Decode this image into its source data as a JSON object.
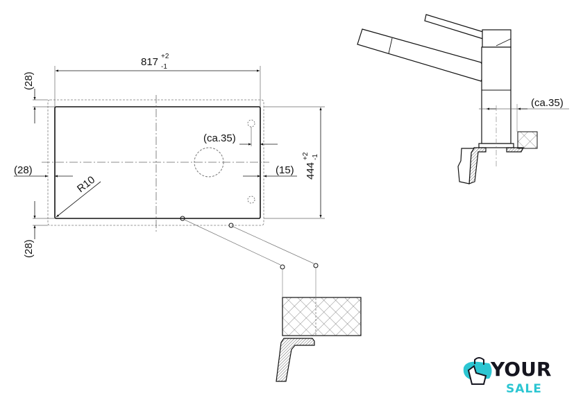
{
  "drawing": {
    "width_dim": {
      "value": "817",
      "tol_plus": "+2",
      "tol_minus": "-1"
    },
    "height_dim": {
      "value": "444",
      "tol_plus": "+2",
      "tol_minus": "-1"
    },
    "margin_top": "(28)",
    "margin_bottom": "(28)",
    "margin_left": "(28)",
    "tap_offset": "(ca.35)",
    "right_offset": "(15)",
    "radius": "R10",
    "faucet_offset": "(ca.35)"
  },
  "logo": {
    "line1": "YOUR",
    "line2": "SALE",
    "accent": "#2cc6d2",
    "dark": "#15151f"
  }
}
